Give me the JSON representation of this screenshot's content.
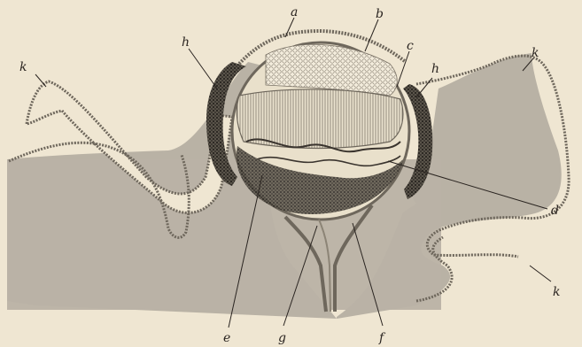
{
  "figure": {
    "labels": {
      "a": "a",
      "b": "b",
      "c_top": "c",
      "h_left": "h",
      "h_right": "h",
      "k_top_left": "k",
      "k_top_right": "k",
      "k_bottom_right": "k",
      "d": "d",
      "e": "e",
      "g": "g",
      "f": "f"
    },
    "colors": {
      "paper": "#efe6d2",
      "tissue": "#b9b2a5",
      "epithelium": "#7a7266",
      "dark_pigment": "#2e2a25",
      "lens": "#f2ead8",
      "ink": "#2a2420"
    }
  }
}
